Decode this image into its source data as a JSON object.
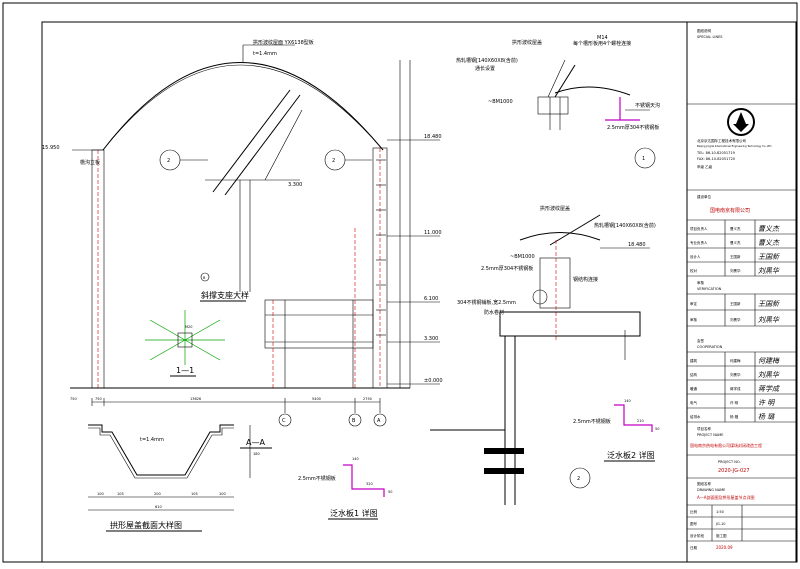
{
  "labels": {
    "arch_roof_label": "拱形波纹屋面   YX6138型板",
    "arch_thickness": "t=1.4mm",
    "detail_title_diag": "斜撑支座大样",
    "detail_title_section": "A—A",
    "detail_title_11": "1—1",
    "detail_title_profile": "拱形屋盖截面大样图",
    "detail_title_flash1": "泛水板1 详图",
    "detail_title_flash2": "泛水板2 详图",
    "profile_thickness": "t=1.4mm",
    "stainless_flash_a": "2.5mm不锈钢板",
    "stainless_flash_b": "2.5mm不锈钢板",
    "stainless_flash_c": "2.5mm厚304不锈钢板",
    "stainless_flash_d": "304不锈钢铺板,宽2.5mm",
    "stainless_flash_e": "2.5mm厚304不锈钢板",
    "wall_flash": "不锈钢天沟",
    "gutter_note": "檐沟立板",
    "wall_note": "防水卷材",
    "top_note_1": "拱形波纹屋盖",
    "top_note_2": "M14",
    "top_note_3": "每个槽形板用4个螺栓连接",
    "top_note_4": "热轧槽钢[140X60X8(含前)",
    "top_note_5": "通长设置",
    "top_note_6": "拱形波纹屋盖",
    "top_note_7": "热轧槽钢[140X60X8(含前)",
    "top_note_8": "钢结构连接",
    "dim_gutter": "~BM1000",
    "dim_gutter2": "~BM1000",
    "roof_elev_a": "18.480",
    "roof_elev_b": "18.480",
    "left_elev": "15.950",
    "mid_elev_1": "11.000",
    "mid_elev_2": "6.100",
    "mid_elev_3": "3.300",
    "mid_elev_4": "±0.000",
    "span_value": "3.300",
    "circle_1": "1",
    "circle_2a": "2",
    "circle_2b": "2",
    "circle_2c": "2",
    "circle_b": "B"
  },
  "axes": {
    "grid_c": "C",
    "grid_b": "B",
    "grid_a": "A",
    "dims_bottom": [
      "750",
      "750",
      "13626",
      "5400",
      "2750"
    ]
  },
  "profile_dims": [
    "100",
    "105",
    "200",
    "105",
    "100"
  ],
  "profile_total": "610",
  "profile_height": "180",
  "flash_dims": [
    "140",
    "320",
    "50"
  ],
  "flash2_dims": [
    "140",
    "210",
    "50"
  ],
  "title_block": {
    "notes_label": "图纸说明",
    "notes_sub": "SPECIAL LINES",
    "company_cn": "北京京达国际工程技术有限公司",
    "company_en": "Beijing Jingda International Engineering Technology Co.,LTD",
    "tel": "TEL: 86-10-82051719",
    "fax": "FAX: 86-10-82051720",
    "license_label": "甲级  乙级",
    "client_label": "建设单位",
    "client_name": "国电南京有限公司",
    "role_rows": [
      {
        "role": "项目负责人",
        "name": "曹义杰",
        "sig": "曹义杰"
      },
      {
        "role": "专业负责人",
        "name": "曹义杰",
        "sig": "曹义杰"
      },
      {
        "role": "设计人",
        "name": "王国新",
        "sig": "王国新"
      },
      {
        "role": "校对",
        "name": "刘黑华",
        "sig": "刘黑华"
      }
    ],
    "check_label": "审核",
    "check_sub": "VERIFICATION",
    "check_rows": [
      {
        "role": "审定",
        "name": "王国新",
        "sig": "王国新"
      },
      {
        "role": "审核",
        "name": "刘黑华",
        "sig": "刘黑华"
      }
    ],
    "coop_label": "会签",
    "coop_sub": "COOPERATION",
    "coop_rows": [
      {
        "role": "建筑",
        "name": "何建梅",
        "sig": "何建梅"
      },
      {
        "role": "结构",
        "name": "刘黑华",
        "sig": "刘黑华"
      },
      {
        "role": "暖通",
        "name": "蒋学成",
        "sig": "蒋学成"
      },
      {
        "role": "电气",
        "name": "许 明",
        "sig": "许 明"
      },
      {
        "role": "给排水",
        "name": "杨 璐",
        "sig": "杨 璐"
      }
    ],
    "project_label": "项目名称",
    "project_sub": "PROJECT NAME",
    "project_name": "国电南京热电有限公司煤场封闭改造工程",
    "project_no_label": "PROJECT NO.",
    "project_no": "2020-JG-027",
    "drawing_label": "图纸名称",
    "drawing_sub": "DRAWING NAME",
    "drawing_name": "A—A剖面图及拱形屋盖节点详图",
    "scale_label": "比例",
    "scale_value": "1:50",
    "sheet_label": "图号",
    "sheet_value": "JG-10",
    "phase_label": "设计阶段",
    "phase_value": "施工图",
    "date_label": "日期",
    "date_value": "2020.09"
  }
}
